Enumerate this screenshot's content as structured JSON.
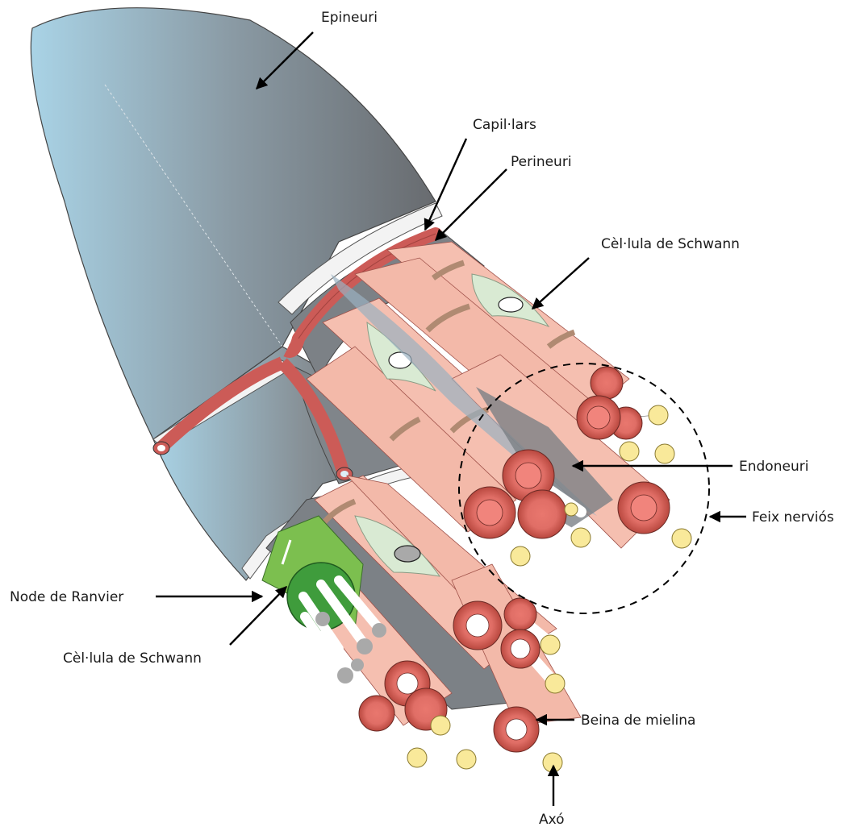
{
  "labels": {
    "epineuri": "Epineuri",
    "capillars": "Capil·lars",
    "perineuri": "Perineuri",
    "schwann_top": "Cèl·lula de Schwann",
    "endoneuri": "Endoneuri",
    "feix_nervios": "Feix nerviós",
    "node_ranvier": "Node de Ranvier",
    "schwann_bottom": "Cèl·lula de Schwann",
    "beina_mielina": "Beina de mielina",
    "axo": "Axó"
  },
  "colors": {
    "epineurium_light": "#a9d3e6",
    "epineurium_dark": "#6e7175",
    "perineurium": "#7c8186",
    "capillary": "#cc5b57",
    "fiber": "#f5bfb0",
    "myelin": "#e06e66",
    "axon": "#ffffff",
    "axon_tip": "#f9e99a",
    "schwann_cell": "#d9ead3",
    "schwann_green": "#7cbf4f",
    "node_band": "#b08a72"
  }
}
